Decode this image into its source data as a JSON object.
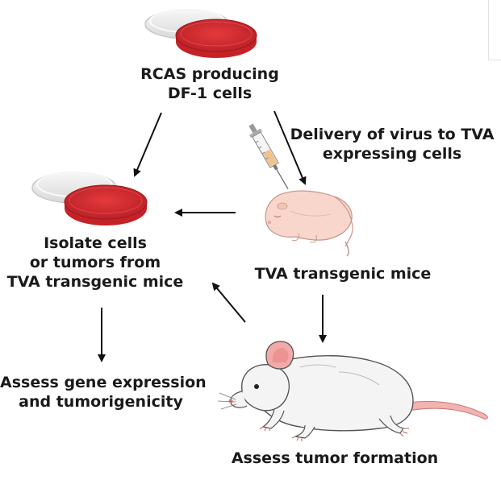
{
  "labels": {
    "rcas": [
      "RCAS producing",
      "DF-1 cells"
    ],
    "delivery": [
      "Delivery of virus to TVA",
      "expressing cells"
    ],
    "isolate": [
      "Isolate cells",
      "or tumors from",
      "TVA transgenic mice"
    ],
    "tva": [
      "TVA transgenic mice"
    ],
    "assess_gene": [
      "Assess gene expression",
      "and tumorigenicity"
    ],
    "assess_tumor": [
      "Assess tumor formation"
    ]
  },
  "icons": {
    "dish_top": "petri-dish-icon",
    "dish_left": "petri-dish-icon",
    "syringe": "syringe-icon",
    "pup": "newborn-mouse-icon",
    "mouse": "adult-mouse-icon"
  },
  "colors": {
    "text": "#1a1a1a",
    "arrow": "#111111",
    "medium": "#d42a2e",
    "medium_dark": "#b91f25",
    "pup_skin": "#f8d6cc",
    "mouse_fur": "#f2f2f2",
    "mouse_ear": "#f2a9a7"
  }
}
